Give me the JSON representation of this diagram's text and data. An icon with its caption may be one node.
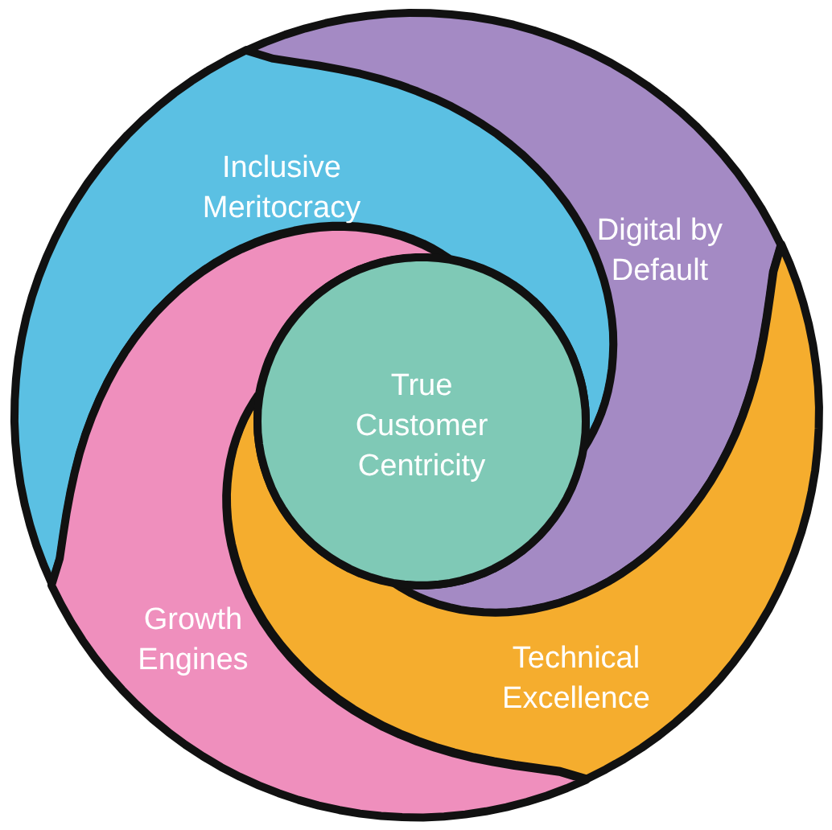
{
  "diagram": {
    "nodes": [
      {
        "text": [
          "Inclusive Meritocracy"
        ]
      },
      {
        "text": [
          "Digital by Default"
        ]
      },
      {
        "text": [
          "True Customer Centricity"
        ]
      },
      {
        "text": [
          "Growth Engines"
        ]
      },
      {
        "text": [
          "Technical Excellence"
        ]
      }
    ]
  }
}
